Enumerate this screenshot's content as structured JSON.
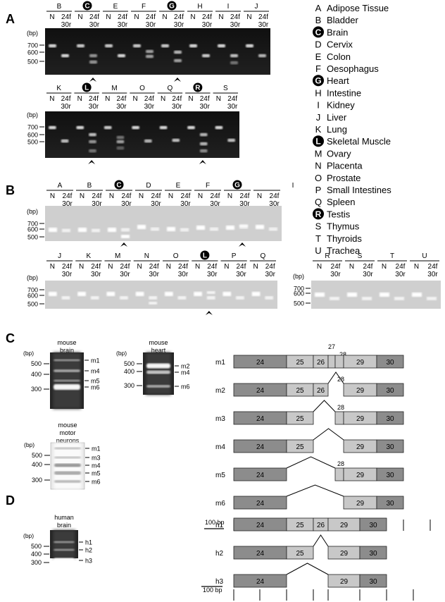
{
  "panels": {
    "A": "A",
    "B": "B",
    "C": "C",
    "D": "D"
  },
  "bp_label": "(bp)",
  "lane_labels": {
    "n": "N",
    "f": "24f",
    "r": "30r"
  },
  "legend": [
    {
      "code": "A",
      "name": "Adipose Tissue",
      "hl": false
    },
    {
      "code": "B",
      "name": "Bladder",
      "hl": false
    },
    {
      "code": "C",
      "name": "Brain",
      "hl": true
    },
    {
      "code": "D",
      "name": "Cervix",
      "hl": false
    },
    {
      "code": "E",
      "name": "Colon",
      "hl": false
    },
    {
      "code": "F",
      "name": "Oesophagus",
      "hl": false
    },
    {
      "code": "G",
      "name": "Heart",
      "hl": true
    },
    {
      "code": "H",
      "name": "Intestine",
      "hl": false
    },
    {
      "code": "I",
      "name": "Kidney",
      "hl": false
    },
    {
      "code": "J",
      "name": "Liver",
      "hl": false
    },
    {
      "code": "K",
      "name": "Lung",
      "hl": false
    },
    {
      "code": "L",
      "name": "Skeletal Muscle",
      "hl": true
    },
    {
      "code": "M",
      "name": "Ovary",
      "hl": false
    },
    {
      "code": "N",
      "name": "Placenta",
      "hl": false
    },
    {
      "code": "O",
      "name": "Prostate",
      "hl": false
    },
    {
      "code": "P",
      "name": "Small Intestines",
      "hl": false
    },
    {
      "code": "Q",
      "name": "Spleen",
      "hl": false
    },
    {
      "code": "R",
      "name": "Testis",
      "hl": true
    },
    {
      "code": "S",
      "name": "Thymus",
      "hl": false
    },
    {
      "code": "T",
      "name": "Thyroids",
      "hl": false
    },
    {
      "code": "U",
      "name": "Trachea",
      "hl": false
    }
  ],
  "gel_A1": {
    "tissues": [
      "B",
      "C",
      "E",
      "F",
      "G",
      "H",
      "I",
      "J"
    ],
    "highlighted": [
      "C",
      "G"
    ],
    "ladder": [
      "700",
      "600",
      "500"
    ],
    "arrows": [
      "C",
      "G"
    ]
  },
  "gel_A2": {
    "tissues": [
      "K",
      "L",
      "M",
      "O",
      "Q",
      "R",
      "S"
    ],
    "highlighted": [
      "L",
      "R"
    ],
    "ladder": [
      "700",
      "600",
      "500"
    ],
    "arrows": [
      "L",
      "R"
    ]
  },
  "gel_B1": {
    "tissues": [
      "A",
      "B",
      "C",
      "D",
      "E",
      "F",
      "G",
      ""
    ],
    "extra_label": "I",
    "highlighted": [
      "C",
      "G"
    ],
    "ladder": [
      "700",
      "600",
      "500"
    ],
    "arrows": [
      "C",
      "G"
    ]
  },
  "gel_B2": {
    "tissues": [
      "J",
      "K",
      "M",
      "N",
      "O",
      "L",
      "P",
      "Q"
    ],
    "highlighted": [
      "L"
    ],
    "ladder": [
      "700",
      "600",
      "500"
    ],
    "arrows": [
      "L"
    ]
  },
  "gel_B3": {
    "tissues": [
      "R",
      "S",
      "T",
      "U"
    ],
    "highlighted": [],
    "ladder": [
      "700",
      "600",
      "500"
    ]
  },
  "mouse_brain": {
    "title": [
      "mouse",
      "brain"
    ],
    "ladder": [
      "500",
      "400",
      "300"
    ],
    "bands": [
      "m1",
      "m4",
      "m5",
      "m6"
    ]
  },
  "mouse_heart": {
    "title": [
      "mouse",
      "heart"
    ],
    "ladder": [
      "500",
      "400",
      "300"
    ],
    "bands": [
      "m2",
      "m4",
      "m6"
    ]
  },
  "mouse_mn": {
    "title": [
      "mouse",
      "motor",
      "neurons"
    ],
    "ladder": [
      "500",
      "400",
      "300"
    ],
    "bands": [
      "m1",
      "m3",
      "m4",
      "m5",
      "m6"
    ]
  },
  "human_brain": {
    "title": [
      "human",
      "brain"
    ],
    "ladder": [
      "500",
      "400",
      "300"
    ],
    "bands": [
      "h1",
      "h2",
      "h3"
    ]
  },
  "isoforms_C": [
    {
      "name": "m1",
      "exons": [
        "24",
        "25",
        "26",
        "27",
        "28",
        "29",
        "30"
      ]
    },
    {
      "name": "m2",
      "exons": [
        "24",
        "25",
        "26",
        "29",
        "30"
      ],
      "skip_label": "28"
    },
    {
      "name": "m3",
      "exons": [
        "24",
        "25",
        "28",
        "29",
        "30"
      ],
      "skip_label": "28"
    },
    {
      "name": "m4",
      "exons": [
        "24",
        "25",
        "29",
        "30"
      ]
    },
    {
      "name": "m5",
      "exons": [
        "24",
        "28",
        "29",
        "30"
      ],
      "skip_label": "28"
    },
    {
      "name": "m6",
      "exons": [
        "24",
        "29",
        "30"
      ]
    }
  ],
  "isoforms_D": [
    {
      "name": "h1",
      "exons": [
        "24",
        "25",
        "26",
        "29",
        "30"
      ]
    },
    {
      "name": "h2",
      "exons": [
        "24",
        "25",
        "29",
        "30"
      ]
    },
    {
      "name": "h3",
      "exons": [
        "24",
        "29",
        "30"
      ]
    }
  ],
  "exon_top_labels": {
    "e27": "27",
    "e28": "28"
  },
  "scale_label": "100 bp",
  "colors": {
    "dark_exon": "#8c8c8c",
    "light_exon": "#c8c8c8",
    "gel": "#1a1a1a",
    "gel_light": "#f2f2f2"
  }
}
